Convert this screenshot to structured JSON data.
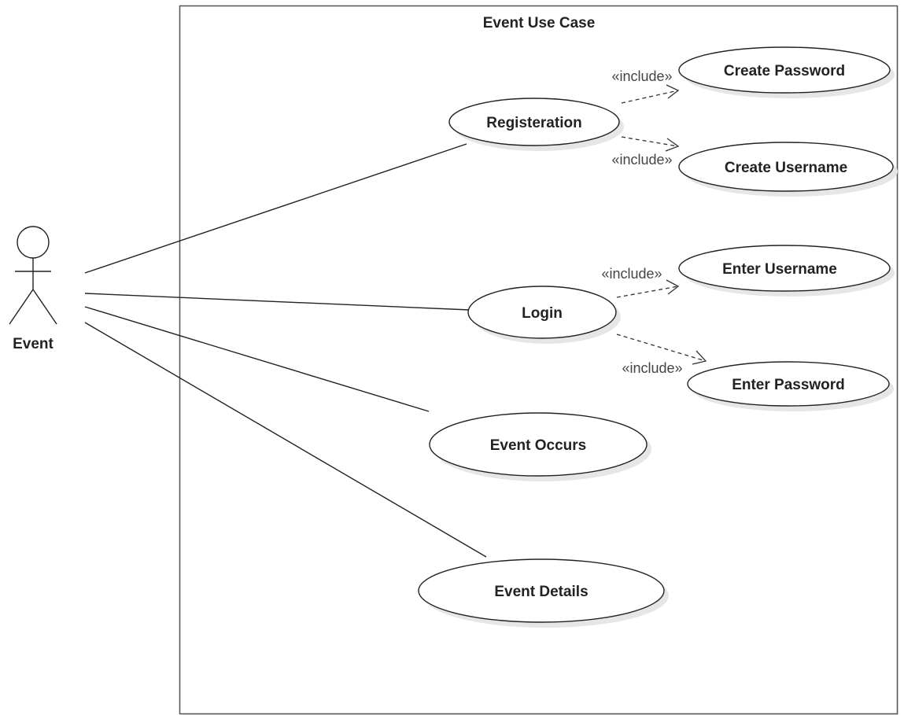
{
  "system": {
    "title": "Event Use Case"
  },
  "actor": {
    "name": "Event"
  },
  "use_cases": {
    "registeration": "Registeration",
    "create_password": "Create Password",
    "create_username": "Create Username",
    "login": "Login",
    "enter_username": "Enter Username",
    "enter_password": "Enter Password",
    "event_occurs": "Event Occurs",
    "event_details": "Event Details"
  },
  "relationships": {
    "include_label": "«include»"
  }
}
